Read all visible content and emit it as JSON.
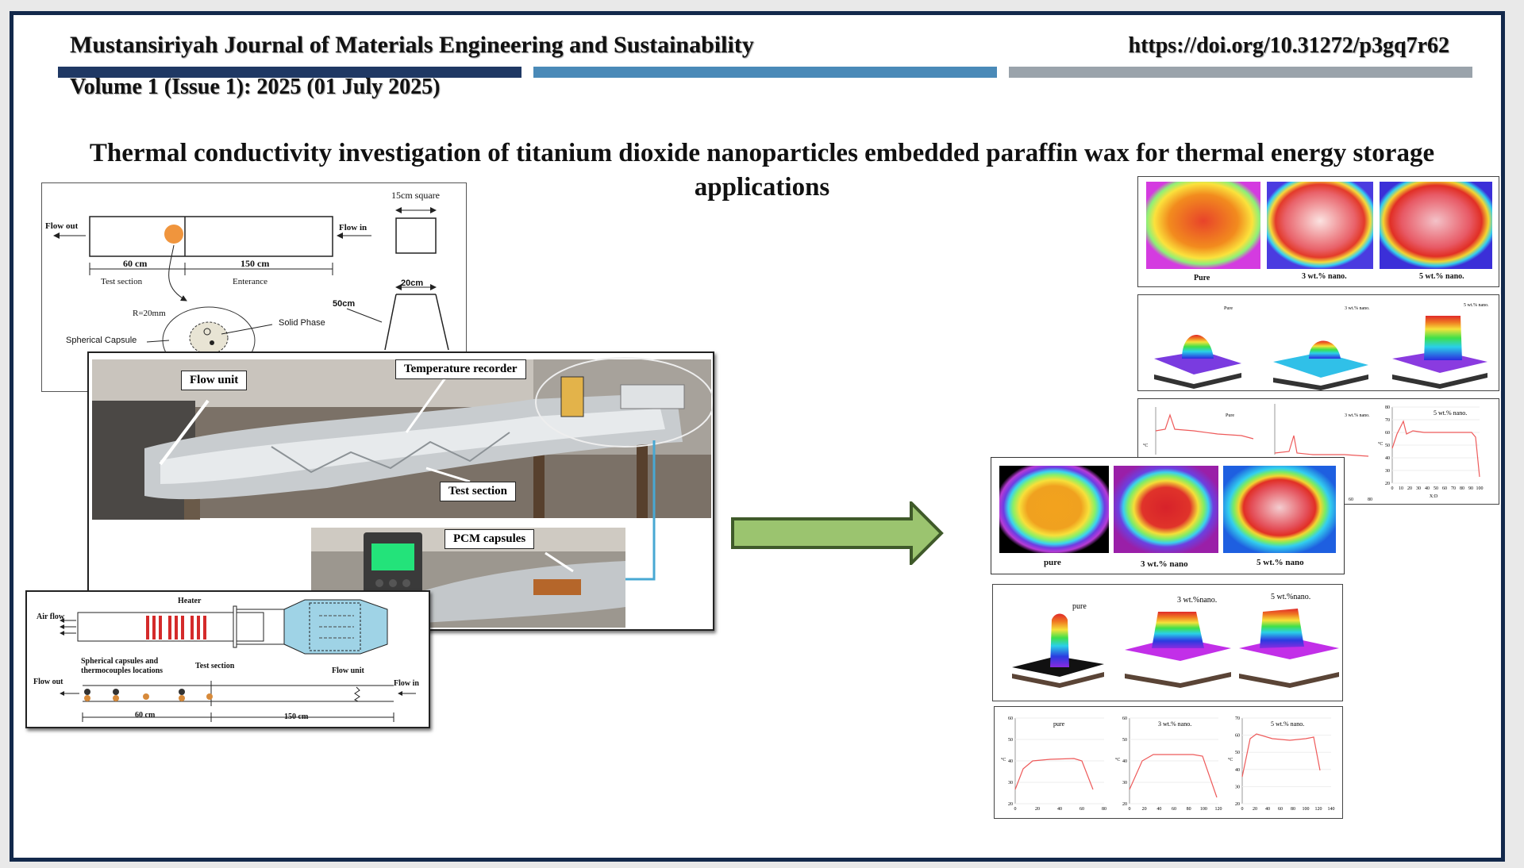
{
  "header": {
    "journal": "Mustansiriyah Journal of Materials Engineering and Sustainability",
    "doi": "https://doi.org/10.31272/p3gq7r62",
    "volume": "Volume 1 (Issue 1): 2025 (01 July 2025)",
    "bar_colors": [
      "#1f3864",
      "#4a8ab8",
      "#9aa3ab"
    ]
  },
  "title": "Thermal conductivity investigation of titanium dioxide nanoparticles embedded paraffin wax for thermal energy storage applications",
  "schematic_top": {
    "flow_out": "Flow out",
    "flow_in": "Flow in",
    "dim_test": "60 cm",
    "dim_entrance": "150 cm",
    "test_section": "Test  section",
    "entrance": "Enterance",
    "square": "15cm square",
    "width20": "20cm",
    "height50": "50cm",
    "radius": "R=20mm",
    "solid_phase": "Solid Phase",
    "capsule": "Spherical Capsule"
  },
  "photo": {
    "flow_unit": "Flow unit",
    "temperature_recorder": "Temperature recorder",
    "test_section": "Test section",
    "pcm_capsules": "PCM capsules"
  },
  "schematic_bottom": {
    "air_flow": "Air flow",
    "heater": "Heater",
    "capsules_locations": "Spherical capsules and",
    "capsules_locations2": "thermocouples locations",
    "test_section": "Test section",
    "flow_unit": "Flow unit",
    "flow_out": "Flow out",
    "flow_in": "Flow in",
    "dim_test": "60 cm",
    "dim_entrance": "150 cm"
  },
  "thermal_top": {
    "labels": [
      "Pure",
      "3 wt.% nano.",
      "5 wt.% nano."
    ],
    "surface_titles": [
      "Pure",
      "3 wt.% nano.",
      "5 wt.% nano."
    ],
    "line_titles": [
      "Pure",
      "3 wt.% nano.",
      "5 wt.% nano."
    ],
    "unit": "°C",
    "x_axis_label": "X:D",
    "chart3_x_ticks": [
      "0",
      "10",
      "20",
      "30",
      "40",
      "50",
      "60",
      "70",
      "80",
      "90",
      "100"
    ],
    "chart3_y_ticks": [
      "20",
      "30",
      "40",
      "50",
      "60",
      "70",
      "80"
    ],
    "chart2_x_ticks": [
      "60",
      "80"
    ]
  },
  "thermal_bottom": {
    "labels": [
      "pure",
      "3 wt.% nano",
      "5 wt.% nano"
    ],
    "surface_titles": [
      "pure",
      "3 wt.%nano.",
      "5 wt.%nano."
    ],
    "line_titles": [
      "pure",
      "3 wt.% nano.",
      "5 wt.% nano."
    ],
    "unit": "°C",
    "y_ticks": [
      "20",
      "30",
      "40",
      "50",
      "60"
    ],
    "y_ticks_70": [
      "20",
      "30",
      "40",
      "50",
      "60",
      "70"
    ],
    "x_ticks_80": [
      "0",
      "20",
      "40",
      "60",
      "80"
    ],
    "x_ticks_120": [
      "0",
      "20",
      "40",
      "60",
      "80",
      "100",
      "120"
    ],
    "x_ticks_140": [
      "0",
      "20",
      "40",
      "60",
      "80",
      "100",
      "120",
      "140"
    ]
  },
  "arrow_color": "#9bc46f",
  "arrow_border": "#3f5a2a"
}
